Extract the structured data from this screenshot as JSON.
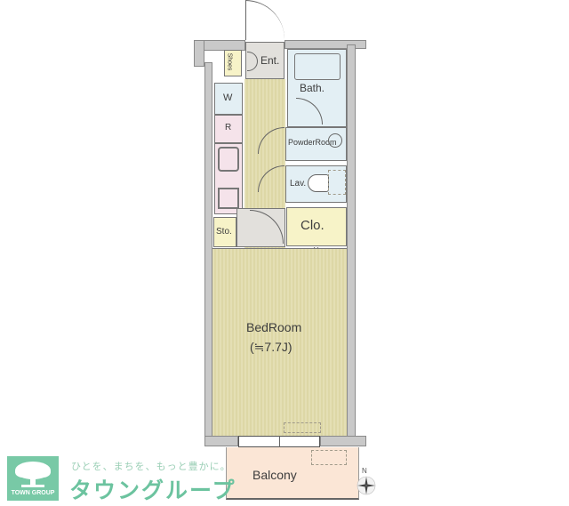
{
  "floorplan": {
    "rooms": {
      "entrance": "Ent.",
      "shoes": "Shoes",
      "washer": "W",
      "refrigerator": "R",
      "bath": "Bath.",
      "powder_room": "PowderRoom",
      "lavatory": "Lav.",
      "closet": "Clo.",
      "storage": "Sto.",
      "bedroom": "BedRoom",
      "bedroom_size": "(≒7.7J)",
      "balcony": "Balcony"
    },
    "compass": {
      "north_label": "N",
      "icon": "compass-rose-icon"
    },
    "colors": {
      "wall": "#c9c9c9",
      "wood_floor": "#e4dfb4",
      "wet_area": "#e3eff4",
      "kitchen": "#f5e3ea",
      "storage": "#f7f3c8",
      "balcony": "#fbe6d6"
    }
  },
  "branding": {
    "logo_text": "TOWN GROUP",
    "tagline": "ひとを、まちを、もっと豊かに。",
    "brand_name": "タウングループ",
    "brand_color": "#78c9a6"
  }
}
